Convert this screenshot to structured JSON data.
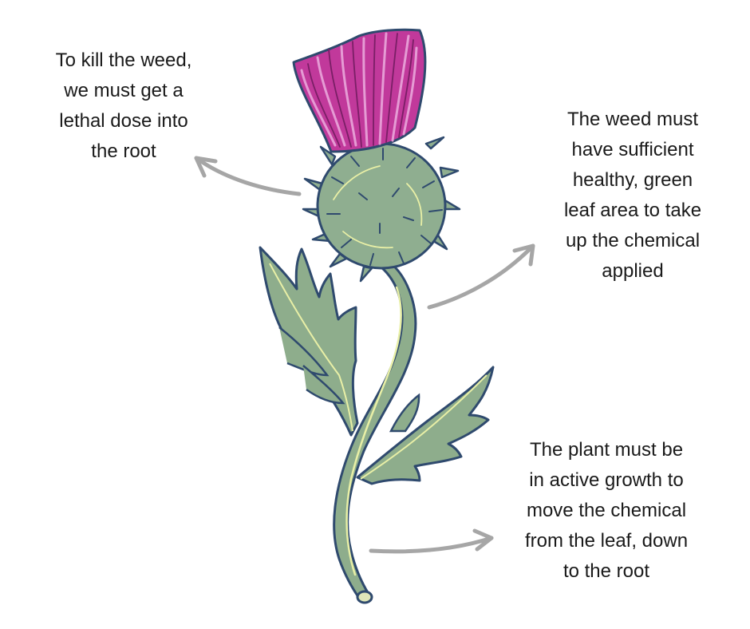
{
  "callouts": {
    "top_left": {
      "lines": [
        "To kill the weed,",
        "we must get a",
        "lethal dose into",
        "the root"
      ]
    },
    "right": {
      "lines": [
        "The weed must",
        "have sufficient",
        "healthy, green",
        "leaf area to take",
        "up the chemical",
        "applied"
      ]
    },
    "bottom_right": {
      "lines": [
        "The plant must be",
        "in active growth to",
        "move the chemical",
        "from the leaf, down",
        "to the root"
      ]
    }
  },
  "colors": {
    "petals": "#c1399b",
    "petal_light": "#e59bd4",
    "head": "#8fae90",
    "stem": "#8ead8c",
    "outline": "#2f4a6e",
    "highlight": "#e8efa6",
    "arrow": "#a6a6a6"
  }
}
